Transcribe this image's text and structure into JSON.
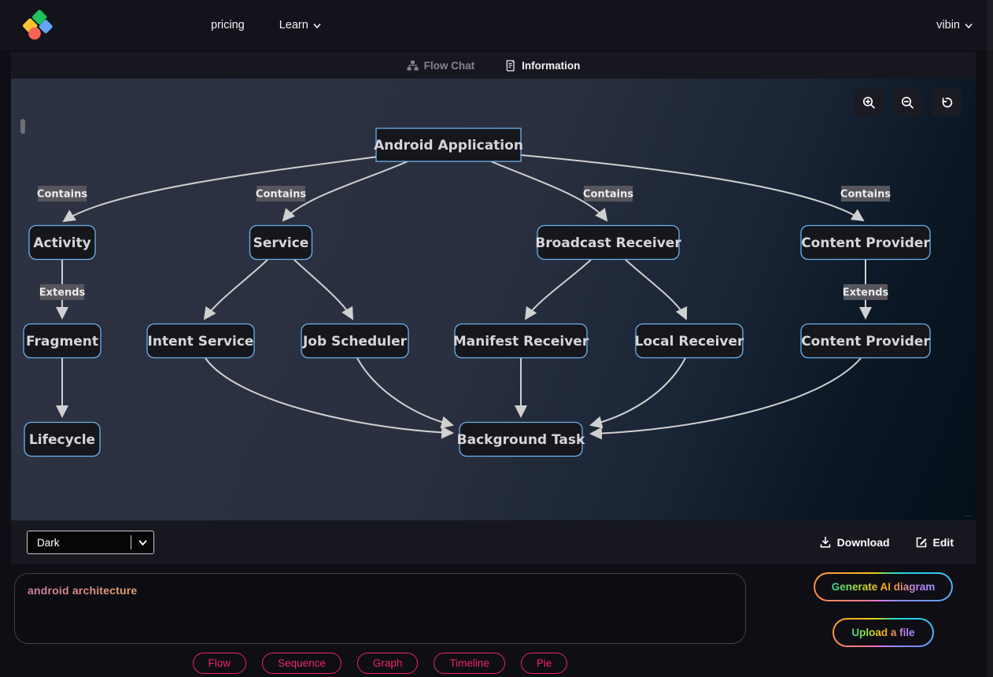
{
  "navbar": {
    "links": [
      {
        "label": "pricing"
      },
      {
        "label": "Learn"
      }
    ],
    "user": "vibin"
  },
  "tabs": [
    {
      "label": "Flow Chat",
      "icon": "sitemap-icon",
      "active": false
    },
    {
      "label": "Information",
      "icon": "scroll-icon",
      "active": true
    }
  ],
  "canvas_controls": {
    "zoom_in": "zoom-in",
    "zoom_out": "zoom-out",
    "reset": "reset-view"
  },
  "diagram": {
    "nodes": [
      {
        "id": "android_application",
        "label": "Android Application"
      },
      {
        "id": "activity",
        "label": "Activity"
      },
      {
        "id": "service",
        "label": "Service"
      },
      {
        "id": "broadcast_receiver",
        "label": "Broadcast Receiver"
      },
      {
        "id": "content_provider_top",
        "label": "Content Provider"
      },
      {
        "id": "fragment",
        "label": "Fragment"
      },
      {
        "id": "intent_service",
        "label": "Intent Service"
      },
      {
        "id": "job_scheduler",
        "label": "Job Scheduler"
      },
      {
        "id": "manifest_receiver",
        "label": "Manifest Receiver"
      },
      {
        "id": "local_receiver",
        "label": "Local Receiver"
      },
      {
        "id": "content_provider_bottom",
        "label": "Content Provider"
      },
      {
        "id": "lifecycle",
        "label": "Lifecycle"
      },
      {
        "id": "background_task",
        "label": "Background Task"
      }
    ],
    "edges": [
      {
        "from": "android_application",
        "to": "activity",
        "label": "Contains"
      },
      {
        "from": "android_application",
        "to": "service",
        "label": "Contains"
      },
      {
        "from": "android_application",
        "to": "broadcast_receiver",
        "label": "Contains"
      },
      {
        "from": "android_application",
        "to": "content_provider_top",
        "label": "Contains"
      },
      {
        "from": "activity",
        "to": "fragment",
        "label": "Extends"
      },
      {
        "from": "fragment",
        "to": "lifecycle",
        "label": ""
      },
      {
        "from": "service",
        "to": "intent_service",
        "label": ""
      },
      {
        "from": "service",
        "to": "job_scheduler",
        "label": ""
      },
      {
        "from": "broadcast_receiver",
        "to": "manifest_receiver",
        "label": ""
      },
      {
        "from": "broadcast_receiver",
        "to": "local_receiver",
        "label": ""
      },
      {
        "from": "content_provider_top",
        "to": "content_provider_bottom",
        "label": "Extends"
      },
      {
        "from": "intent_service",
        "to": "background_task",
        "label": ""
      },
      {
        "from": "job_scheduler",
        "to": "background_task",
        "label": ""
      },
      {
        "from": "manifest_receiver",
        "to": "background_task",
        "label": ""
      },
      {
        "from": "local_receiver",
        "to": "background_task",
        "label": ""
      },
      {
        "from": "content_provider_bottom",
        "to": "background_task",
        "label": ""
      }
    ],
    "colors": {
      "node_border": "#6fb1ed",
      "node_fill": "#15171c",
      "edge": "#d0d0d0",
      "edge_label_bg": "#56565c"
    }
  },
  "theme_bar": {
    "selected_theme": "Dark",
    "download_label": "Download",
    "edit_label": "Edit"
  },
  "prompt": {
    "value": "android architecture"
  },
  "actions": {
    "generate": "Generate AI diagram",
    "upload": "Upload a file"
  },
  "diagram_types": [
    "Flow",
    "Sequence",
    "Graph",
    "Timeline",
    "Pie"
  ],
  "accent_colors": {
    "pill": "#ed2366",
    "gradient_button": [
      "#f472b6",
      "#facc15",
      "#4ade80",
      "#22d3ee",
      "#a78bfa"
    ]
  }
}
